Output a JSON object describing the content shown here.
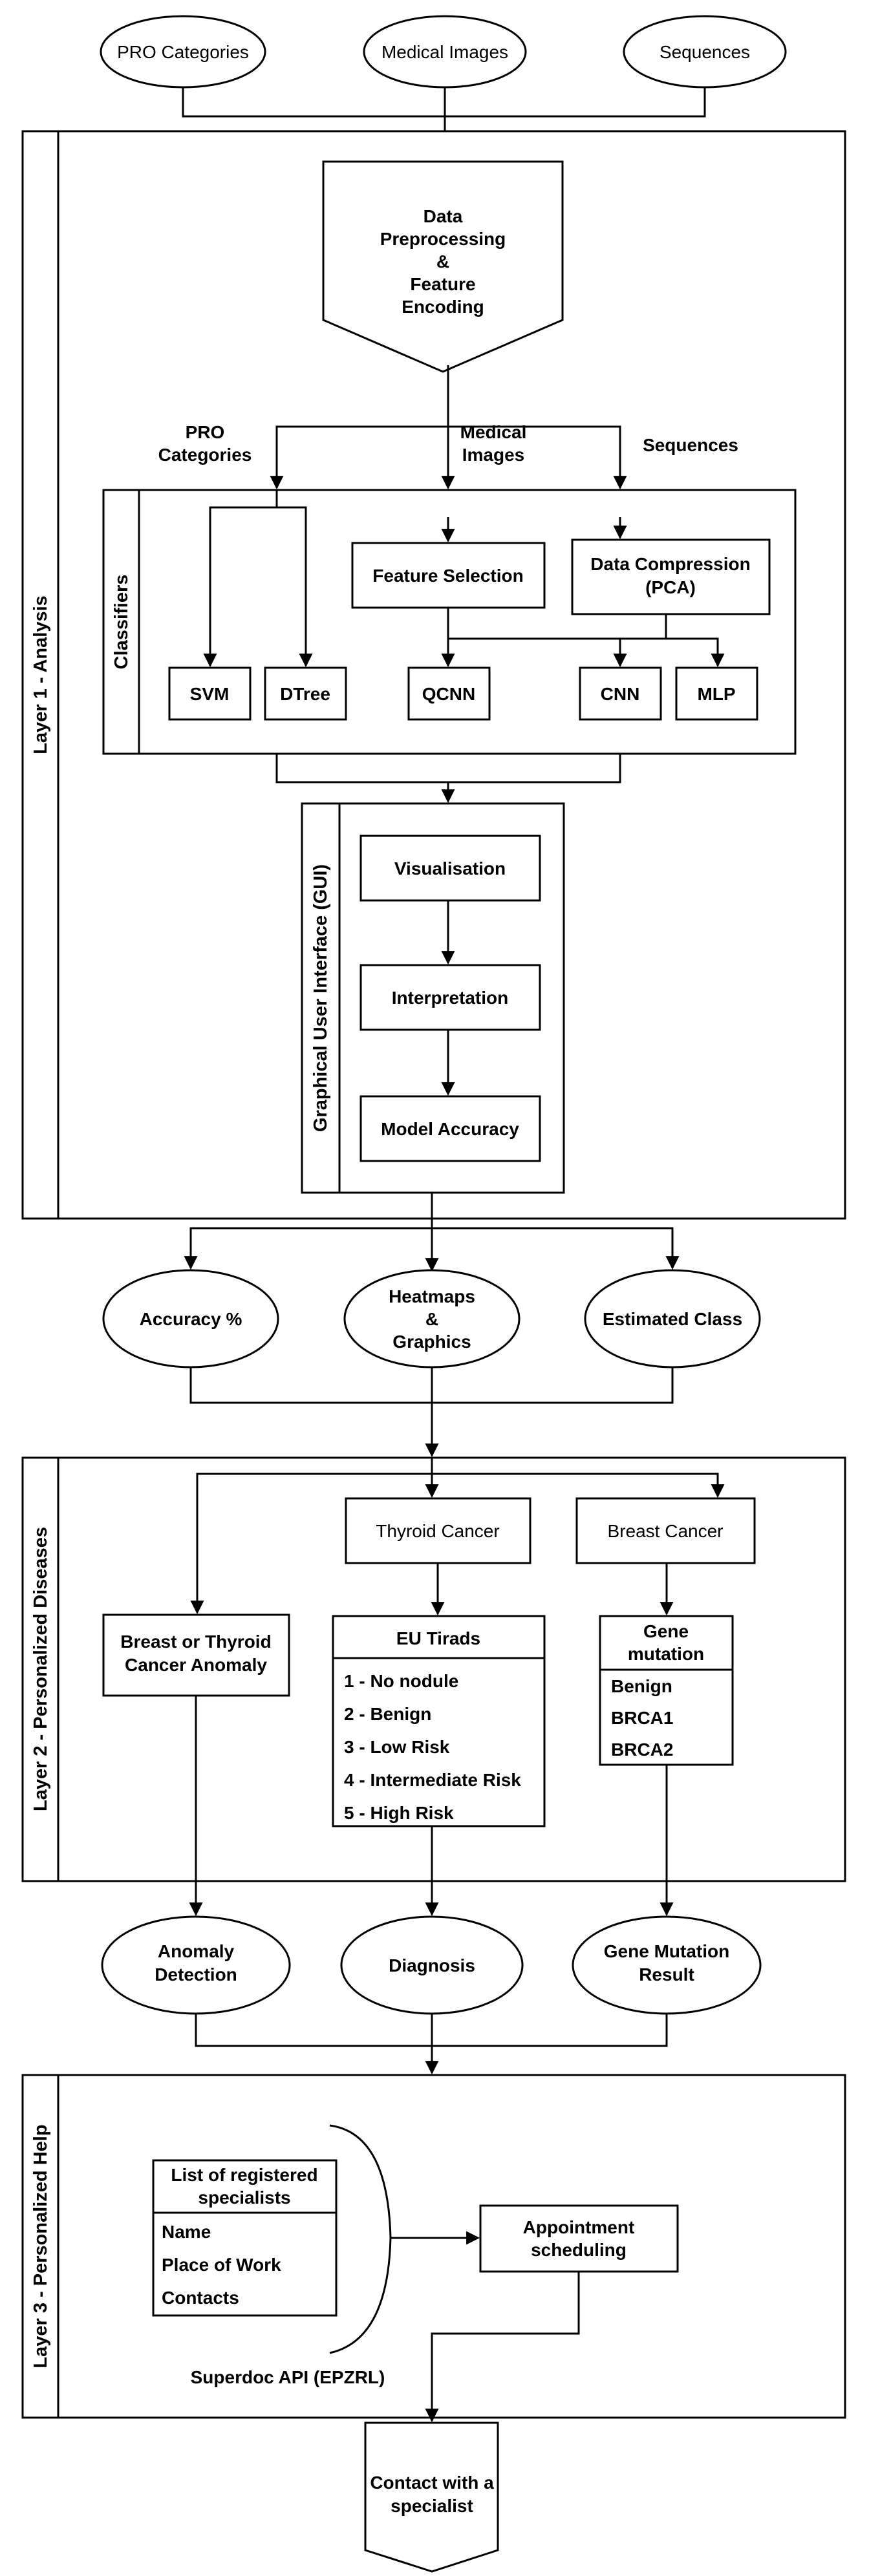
{
  "inputs": {
    "pro_categories": "PRO Categories",
    "medical_images": "Medical Images",
    "sequences": "Sequences"
  },
  "layer1": {
    "title": "Layer 1 - Analysis",
    "preprocessing": [
      "Data",
      "Preprocessing",
      "&",
      "Feature",
      "Encoding"
    ],
    "branch_pro": [
      "PRO",
      "Categories"
    ],
    "branch_images": [
      "Medical",
      "Images"
    ],
    "branch_sequences": "Sequences",
    "classifiers_title": "Classifiers",
    "feature_selection": "Feature Selection",
    "data_compression": [
      "Data Compression",
      "(PCA)"
    ],
    "svm": "SVM",
    "dtree": "DTree",
    "qcnn": "QCNN",
    "cnn": "CNN",
    "mlp": "MLP",
    "gui_title": "Graphical User Interface (GUI)",
    "visualisation": "Visualisation",
    "interpretation": "Interpretation",
    "model_accuracy": "Model Accuracy"
  },
  "outputs1": {
    "accuracy": "Accuracy %",
    "heatmaps": [
      "Heatmaps",
      "&",
      "Graphics"
    ],
    "estimated_class": "Estimated Class"
  },
  "layer2": {
    "title": "Layer 2 - Personalized Diseases",
    "thyroid_cancer": "Thyroid Cancer",
    "breast_cancer": "Breast Cancer",
    "anomaly": [
      "Breast or Thyroid",
      "Cancer Anomaly"
    ],
    "eu_tirads_title": "EU Tirads",
    "eu_tirads_items": [
      "1 - No nodule",
      "2 - Benign",
      "3 - Low Risk",
      "4 - Intermediate Risk",
      "5 - High Risk"
    ],
    "gene_mutation_title": [
      "Gene",
      "mutation"
    ],
    "gene_mutation_items": [
      "Benign",
      "BRCA1",
      "BRCA2"
    ]
  },
  "outputs2": {
    "anomaly_detection": [
      "Anomaly",
      "Detection"
    ],
    "diagnosis": "Diagnosis",
    "gene_mutation_result": [
      "Gene Mutation",
      "Result"
    ]
  },
  "layer3": {
    "title": "Layer 3 - Personalized Help",
    "specialists_title": [
      "List of registered",
      "specialists"
    ],
    "specialists_items": [
      "Name",
      "Place of Work",
      "Contacts"
    ],
    "appointment": [
      "Appointment",
      "scheduling"
    ],
    "api_label": "Superdoc API (EPZRL)"
  },
  "final": {
    "contact": [
      "Contact with a",
      "specialist"
    ]
  }
}
